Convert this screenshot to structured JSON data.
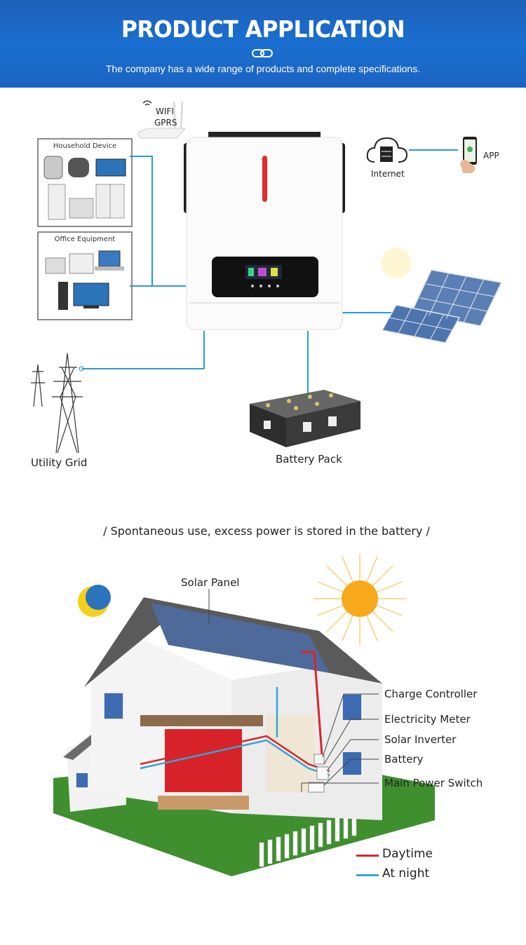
{
  "header": {
    "title": "PRODUCT APPLICATION",
    "subtitle": "The company has a wide range of products and complete specifications."
  },
  "diagram1": {
    "wifi_line1": "WIFI",
    "wifi_line2": "GPRS",
    "household_device": "Household Device",
    "office_equipment": "Office Equipment",
    "internet": "Internet",
    "app": "APP",
    "utility_grid": "Utility Grid",
    "battery_pack": "Battery Pack"
  },
  "caption": "/ Spontaneous use, excess power is stored in the battery /",
  "diagram2": {
    "solar_panel": "Solar Panel",
    "labels": [
      "Charge Controller",
      "Electricity Meter",
      "Solar Inverter",
      "Battery",
      "Main Power Switch"
    ],
    "legend": [
      {
        "label": "Daytime",
        "color": "#d9242b"
      },
      {
        "label": "At night",
        "color": "#33a6d8"
      }
    ]
  },
  "colors": {
    "banner": "#1a6fd0",
    "wire": "#2a9ad6",
    "inverter_led": "#e52b2b"
  }
}
